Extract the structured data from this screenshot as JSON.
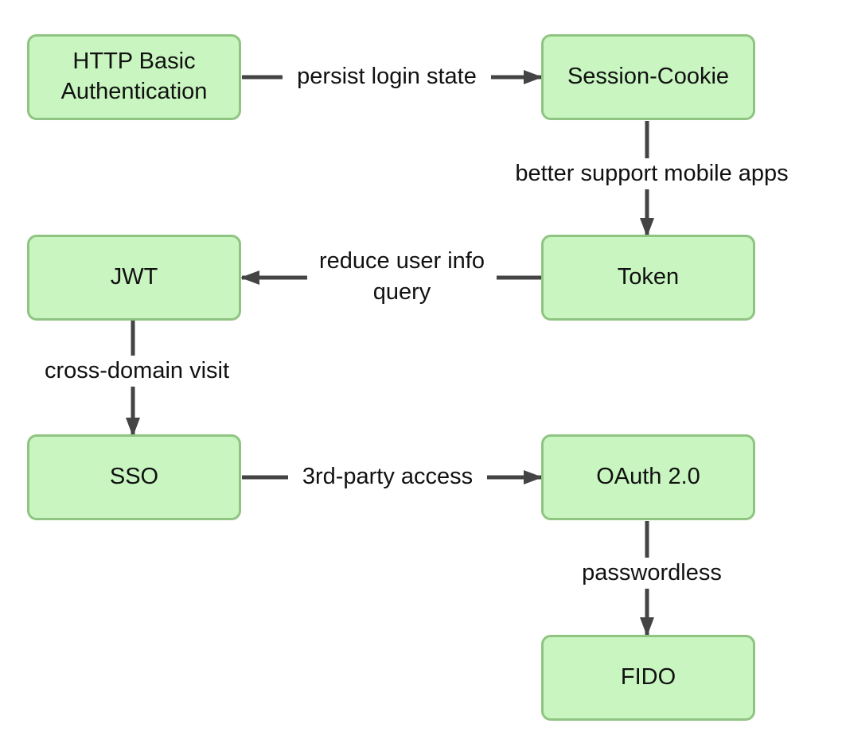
{
  "colors": {
    "node_fill": "#c8f5c0",
    "node_border": "#8fc482",
    "edge": "#444444",
    "text": "#111111"
  },
  "nodes": {
    "http_basic": "HTTP Basic\nAuthentication",
    "session_cookie": "Session-Cookie",
    "token": "Token",
    "jwt": "JWT",
    "sso": "SSO",
    "oauth": "OAuth 2.0",
    "fido": "FIDO"
  },
  "edges": {
    "persist_login": "persist login state",
    "mobile_apps": "better support mobile apps",
    "reduce_query": "reduce user info\nquery",
    "cross_domain": "cross-domain visit",
    "third_party": "3rd-party access",
    "passwordless": "passwordless"
  }
}
